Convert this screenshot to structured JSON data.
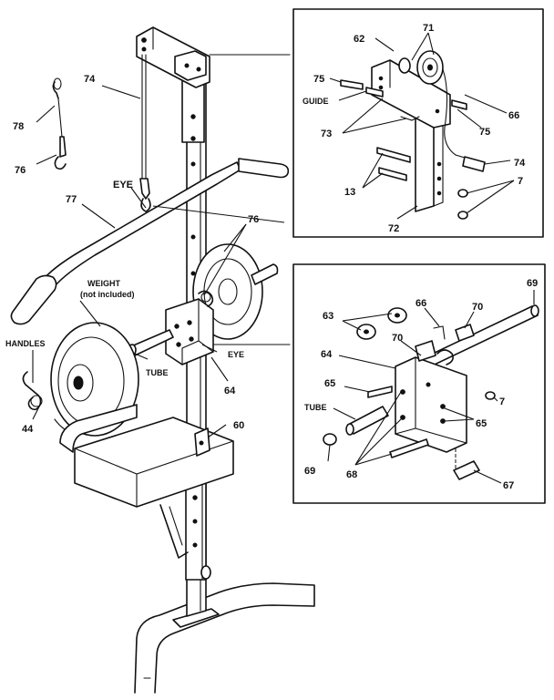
{
  "callouts": {
    "c74_main": "74",
    "c78": "78",
    "c76_clip": "76",
    "c77": "77",
    "eye_top": "EYE",
    "c76_right": "76",
    "weight": "WEIGHT",
    "not_included": "(not included)",
    "handles": "HANDLES",
    "c44": "44",
    "tube_main": "TUBE",
    "eye_mid": "EYE",
    "c64_main": "64",
    "c60": "60"
  },
  "inset_top": {
    "c62": "62",
    "c71": "71",
    "c75_left": "75",
    "guide": "GUIDE",
    "c66": "66",
    "c73": "73",
    "c75_right": "75",
    "c74": "74",
    "c13": "13",
    "c7": "7",
    "c72": "72"
  },
  "inset_bottom": {
    "c69_top": "69",
    "c63": "63",
    "c66": "66",
    "c70_top": "70",
    "c70_mid": "70",
    "c64": "64",
    "c65_left": "65",
    "c7": "7",
    "tube": "TUBE",
    "c65_right": "65",
    "c69_bottom": "69",
    "c68": "68",
    "c67": "67"
  },
  "colors": {
    "line": "#111111",
    "background": "#ffffff",
    "shade": "#d8d8d8"
  }
}
